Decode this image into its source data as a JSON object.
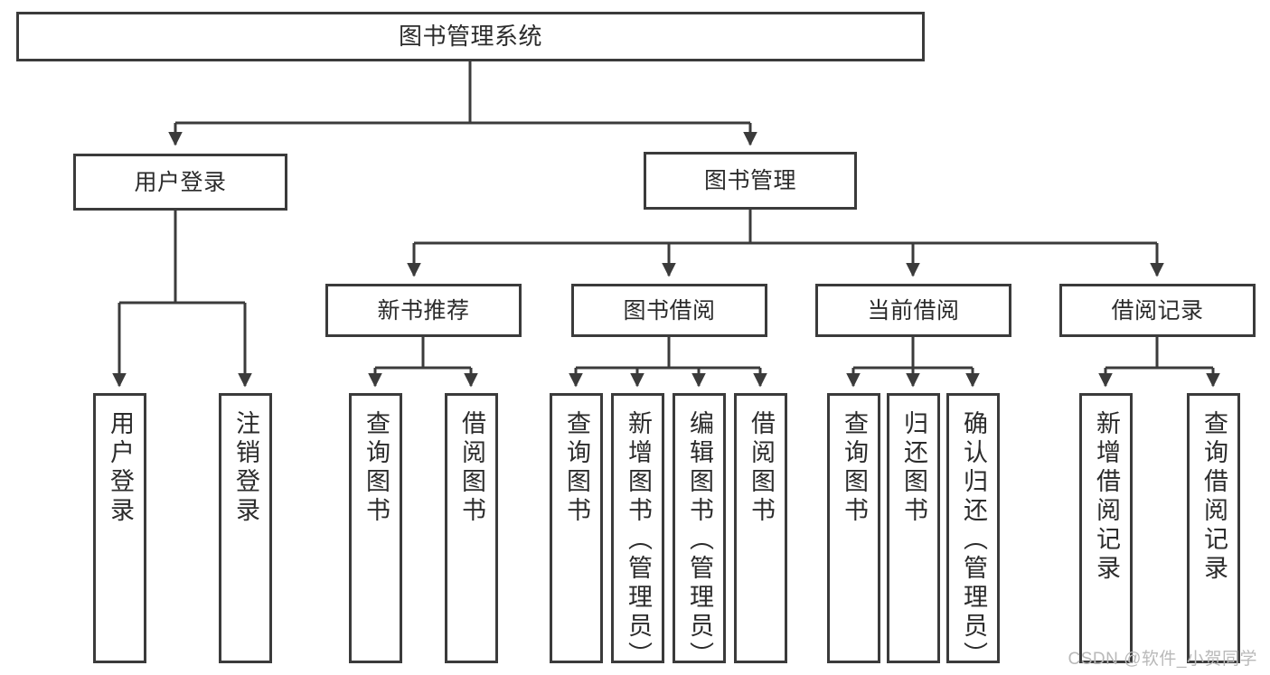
{
  "diagram": {
    "title": "图书管理系统",
    "type": "tree-hierarchy",
    "watermark": "CSDN @软件_小贺同学",
    "colors": {
      "border": "#3b3b3b",
      "text": "#2b2b2b",
      "background": "#ffffff",
      "watermark": "#b9b9b9"
    },
    "nodes": {
      "root": {
        "label": "图书管理系统",
        "level": 0
      },
      "level1": [
        {
          "id": "user-login",
          "label": "用户登录"
        },
        {
          "id": "book-manage",
          "label": "图书管理"
        }
      ],
      "level2": [
        {
          "id": "new-book-rec",
          "label": "新书推荐",
          "parent": "book-manage"
        },
        {
          "id": "book-borrow",
          "label": "图书借阅",
          "parent": "book-manage"
        },
        {
          "id": "current-borrow",
          "label": "当前借阅",
          "parent": "book-manage"
        },
        {
          "id": "borrow-record",
          "label": "借阅记录",
          "parent": "book-manage"
        }
      ],
      "leaves": [
        {
          "id": "leaf-user-login",
          "label": "用户登录",
          "parent": "user-login"
        },
        {
          "id": "leaf-logout",
          "label": "注销登录",
          "parent": "user-login"
        },
        {
          "id": "leaf-query-book-1",
          "label": "查询图书",
          "parent": "new-book-rec"
        },
        {
          "id": "leaf-borrow-book-1",
          "label": "借阅图书",
          "parent": "new-book-rec"
        },
        {
          "id": "leaf-query-book-2",
          "label": "查询图书",
          "parent": "book-borrow"
        },
        {
          "id": "leaf-add-book",
          "label": "新增图书（管理员）",
          "parent": "book-borrow"
        },
        {
          "id": "leaf-edit-book",
          "label": "编辑图书（管理员）",
          "parent": "book-borrow"
        },
        {
          "id": "leaf-borrow-book-2",
          "label": "借阅图书",
          "parent": "book-borrow"
        },
        {
          "id": "leaf-query-book-3",
          "label": "查询图书",
          "parent": "current-borrow"
        },
        {
          "id": "leaf-return-book",
          "label": "归还图书",
          "parent": "current-borrow"
        },
        {
          "id": "leaf-confirm-return",
          "label": "确认归还（管理员）",
          "parent": "current-borrow"
        },
        {
          "id": "leaf-add-record",
          "label": "新增借阅记录",
          "parent": "borrow-record"
        },
        {
          "id": "leaf-query-record",
          "label": "查询借阅记录",
          "parent": "borrow-record"
        }
      ]
    }
  }
}
